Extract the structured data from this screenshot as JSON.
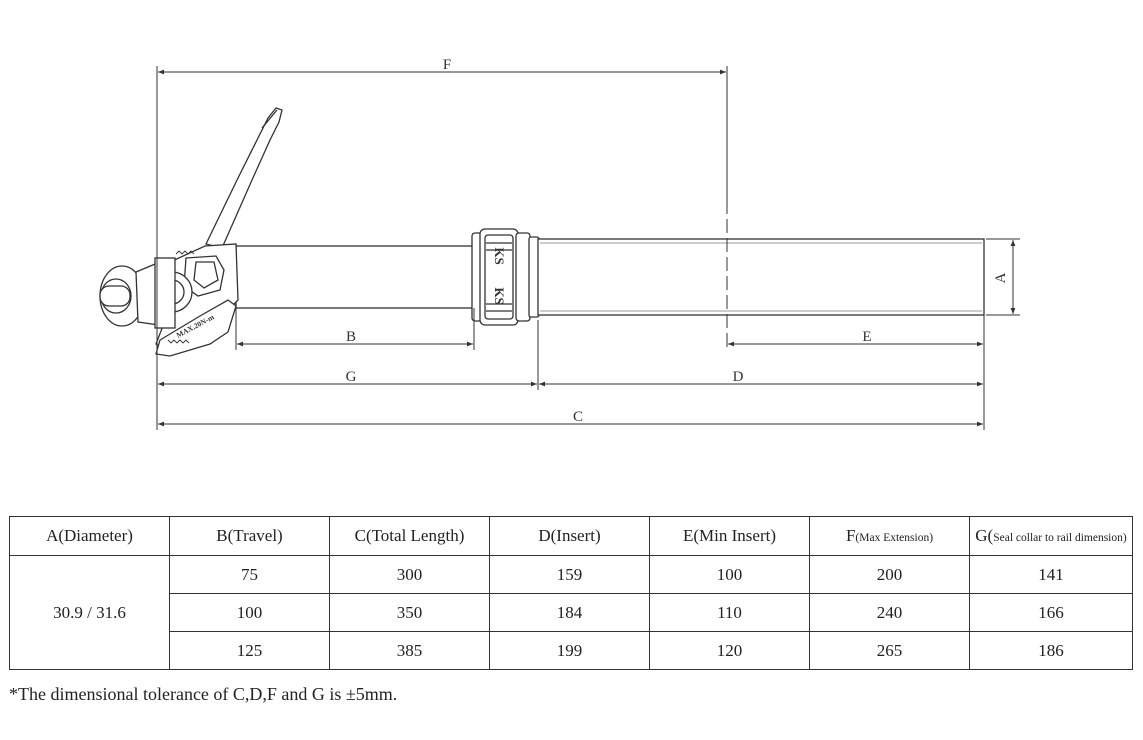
{
  "diagram": {
    "dimension_labels": {
      "A": "A",
      "B": "B",
      "C": "C",
      "D": "D",
      "E": "E",
      "F": "F",
      "G": "G"
    },
    "lever_marking": "MAX.20N-m",
    "brand_mark": "KS"
  },
  "table": {
    "headers": [
      {
        "main": "A(Diameter)",
        "small": ""
      },
      {
        "main": "B(Travel)",
        "small": ""
      },
      {
        "main": "C(Total Length)",
        "small": ""
      },
      {
        "main": "D(Insert)",
        "small": ""
      },
      {
        "main": "E(Min Insert)",
        "small": ""
      },
      {
        "main": "F",
        "small": "(Max Extension)"
      },
      {
        "main": "G(",
        "small": "Seal collar to rail dimension)"
      }
    ],
    "diameter": "30.9 / 31.6",
    "rows": [
      [
        "75",
        "300",
        "159",
        "100",
        "200",
        "141"
      ],
      [
        "100",
        "350",
        "184",
        "110",
        "240",
        "166"
      ],
      [
        "125",
        "385",
        "199",
        "120",
        "265",
        "186"
      ]
    ]
  },
  "note": "*The dimensional tolerance of C,D,F and G is  ±5mm."
}
